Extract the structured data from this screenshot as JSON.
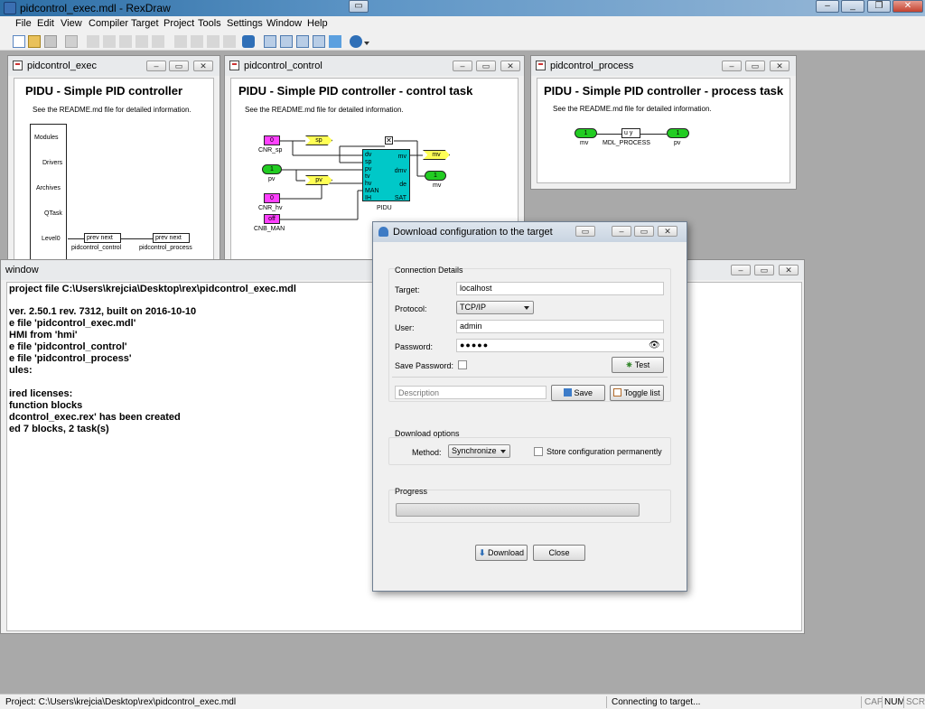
{
  "app": {
    "title": "pidcontrol_exec.mdl - RexDraw"
  },
  "menu": [
    "File",
    "Edit",
    "View",
    "Compiler",
    "Target",
    "Project",
    "Tools",
    "Settings",
    "Window",
    "Help"
  ],
  "windows": {
    "exec": {
      "title": "pidcontrol_exec",
      "heading": "PIDU - Simple PID controller",
      "sub": "See the README.md file for detailed information.",
      "ports": [
        "Modules",
        "Drivers",
        "Archives",
        "QTask",
        "Level0"
      ],
      "block1_ports": "prev next",
      "block1_label": "pidcontrol_control",
      "block2_ports": "prev next",
      "block2_label": "pidcontrol_process"
    },
    "control": {
      "title": "pidcontrol_control",
      "heading": "PIDU - Simple PID controller - control task",
      "sub": "See the README.md file for detailed information.",
      "cnr_sp_val": "0",
      "cnr_sp_label": "CNR_sp",
      "pv_in_val": "1",
      "pv_in_label": "pv",
      "cnr_hv_val": "0",
      "cnr_hv_label": "CNR_hv",
      "cnb_man_val": "off",
      "cnb_man_label": "CNB_MAN",
      "sp_flag": "sp",
      "pv_flag": "pv",
      "mv_flag": "mv",
      "mv_out_val": "1",
      "mv_out_label": "mv",
      "pidu_inputs": [
        "dv",
        "sp",
        "pv",
        "tv",
        "hv",
        "MAN",
        "IH"
      ],
      "pidu_outputs": [
        "mv",
        "dmv",
        "de",
        "SAT"
      ],
      "pidu_label": "PIDU"
    },
    "process": {
      "title": "pidcontrol_process",
      "heading": "PIDU - Simple PID controller - process task",
      "sub": "See the README.md file for detailed information.",
      "in_val": "1",
      "in_label": "mv",
      "block_ports": "u   y",
      "block_label": "MDL_PROCESS",
      "out_val": "1",
      "out_label": "pv"
    },
    "log": {
      "title": "window",
      "lines": [
        "project file C:\\Users\\krejcia\\Desktop\\rex\\pidcontrol_exec.mdl",
        "",
        "ver. 2.50.1 rev. 7312, built on 2016-10-10",
        "e file 'pidcontrol_exec.mdl'",
        "HMI from 'hmi'",
        "e file 'pidcontrol_control'",
        "e file 'pidcontrol_process'",
        "ules:",
        "",
        "ired licenses:",
        "function blocks",
        "dcontrol_exec.rex' has been created",
        "ed 7 blocks, 2 task(s)"
      ]
    }
  },
  "dialog": {
    "title": "Download configuration to the target",
    "connection_label": "Connection Details",
    "target_label": "Target:",
    "target_value": "localhost",
    "protocol_label": "Protocol:",
    "protocol_value": "TCP/IP",
    "user_label": "User:",
    "user_value": "admin",
    "password_label": "Password:",
    "password_value": "●●●●●",
    "save_password_label": "Save Password:",
    "test_label": "Test",
    "description_placeholder": "Description",
    "save_label": "Save",
    "toggle_label": "Toggle list",
    "download_options_label": "Download options",
    "method_label": "Method:",
    "method_value": "Synchronize",
    "store_label": "Store configuration permanently",
    "progress_label": "Progress",
    "progress": 0,
    "download_label": "Download",
    "close_label": "Close"
  },
  "status": {
    "project": "Project: C:\\Users\\krejcia\\Desktop\\rex\\pidcontrol_exec.mdl",
    "message": "Connecting to target...",
    "cap": "CAP",
    "num": "NUM",
    "scrl": "SCRL"
  },
  "colors": {
    "mdi_bg": "#a9a9a9",
    "block_cyan": "#00c8c8",
    "const_magenta": "#ff40ff",
    "io_green": "#22cc22",
    "flag_yellow": "#ffff55"
  }
}
